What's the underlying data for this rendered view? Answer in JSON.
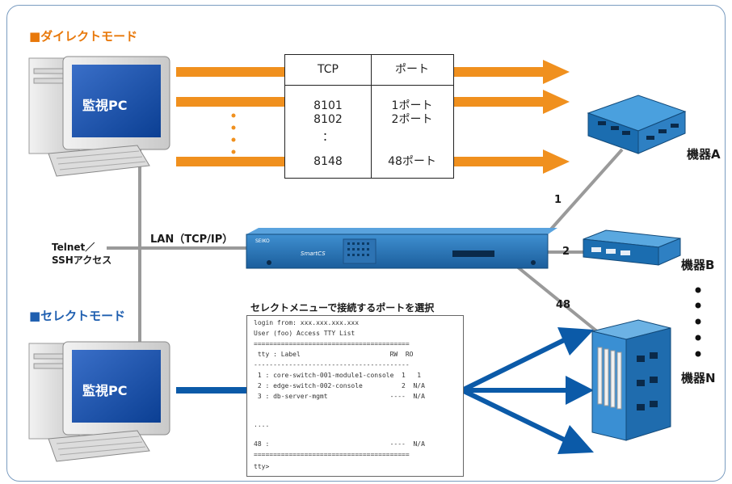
{
  "direct_mode": {
    "title": "■ダイレクトモード",
    "color": "#e8780a"
  },
  "select_mode": {
    "title": "■セレクトモード",
    "color": "#1f5fb0"
  },
  "pc_label": "監視PC",
  "table": {
    "col1_header": "TCP",
    "col2_header": "ポート",
    "tcp_rows": [
      "8101",
      "8102",
      "：",
      "8148"
    ],
    "port_rows": [
      "1ポート",
      "2ポート",
      "48ポート"
    ]
  },
  "devices": {
    "a": "機器A",
    "b": "機器B",
    "n": "機器N"
  },
  "line_labels": {
    "one": "1",
    "two": "2",
    "fortyeight": "48"
  },
  "lan_label": "LAN（TCP/IP）",
  "access_label": {
    "line1": "Telnet／",
    "line2": "SSHアクセス"
  },
  "terminal_caption": "セレクトメニューで接続するポートを選択",
  "terminal": {
    "login": "login from: xxx.xxx.xxx.xxx",
    "user": "User (foo) Access TTY List",
    "sep": "========================================",
    "header": " tty : Label                       RW  RO",
    "dash": "----------------------------------------",
    "row1": " 1 : core-switch-001-module1-console  1   1",
    "row2": " 2 : edge-switch-002-console          2  N/A",
    "row3": " 3 : db-server-mgmt                ----  N/A",
    "dots": "....",
    "row48": "48 :                               ----  N/A",
    "sep2": "========================================",
    "prompt": "tty>"
  },
  "console_server": {
    "brand": "SEIKO",
    "model": "SmartCS"
  },
  "colors": {
    "orange": "#f0901e",
    "blue": "#0b5aa8",
    "gray": "#9a9a9a",
    "frame": "#7a9cc0"
  }
}
